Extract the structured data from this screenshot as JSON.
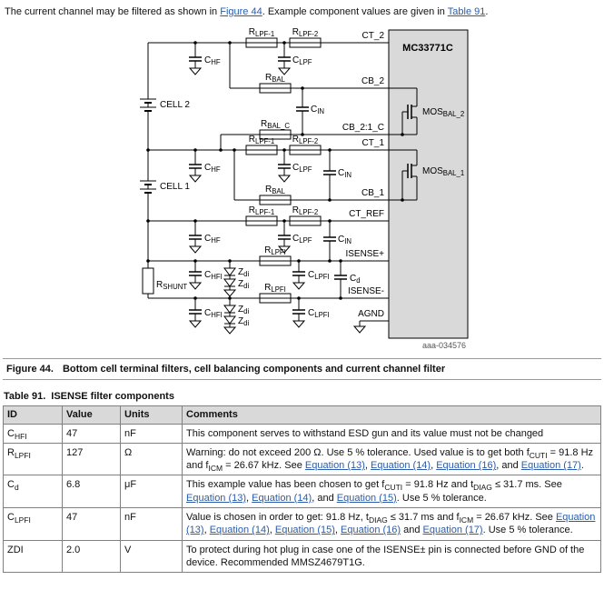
{
  "colors": {
    "link_blue": "#2a5caa",
    "ic_box_fill": "#d9d9d9",
    "table_header_bg": "#d9d9d9",
    "table_border": "#808080",
    "caption_rule": "#999999"
  },
  "intro": "The current channel may be filtered as shown in [Figure 44]. Example component values are given in [Table 91].",
  "figure": {
    "label": "Figure 44.",
    "title": "Bottom cell terminal filters, cell balancing components and current channel filter",
    "ic_name": "MC33771C",
    "watermark": "aaa-034576",
    "labels": {
      "rlpf1": "R_{LPF-1}",
      "rlpf2": "R_{LPF-2}",
      "chf": "C_{HF}",
      "clpf": "C_{LPF}",
      "rbal": "R_{BAL}",
      "rbal_c": "R_{BAL_C}",
      "cin": "C_{IN}",
      "cell2": "CELL 2",
      "cell1": "CELL 1",
      "chfi": "C_{HFI}",
      "zdi": "Z_{di}",
      "clpfi": "C_{LPFI}",
      "rlpfi": "R_{LPFI}",
      "cd": "C_{d}",
      "rshunt": "R_{SHUNT}",
      "mosbal2": "MOS_{BAL_2}",
      "mosbal1": "MOS_{BAL_1}"
    },
    "pins": {
      "ct2": "CT_2",
      "cb2": "CB_2",
      "cb21c": "CB_2:1_C",
      "ct1": "CT_1",
      "cb1": "CB_1",
      "ctref": "CT_REF",
      "isensep": "ISENSE+",
      "isensen": "ISENSE-",
      "agnd": "AGND"
    }
  },
  "table": {
    "label": "Table 91.",
    "title": "ISENSE filter components",
    "headers": [
      "ID",
      "Value",
      "Units",
      "Comments"
    ],
    "rows": [
      {
        "id": "C_{HFI}",
        "value": "47",
        "units": "nF",
        "comments": "This component serves to withstand ESD gun and its value must not be changed"
      },
      {
        "id": "R_{LPFI}",
        "value": "127",
        "units": "Ω",
        "comments": "Warning: do not exceed 200 Ω. Use 5 % tolerance. Used value is to get both f_{CUTI} = 91.8 Hz and f_{ICM} = 26.67 kHz. See [Equation (13)], [Equation (14)], [Equation (16)], and [Equation (17)]."
      },
      {
        "id": "C_{d}",
        "value": "6.8",
        "units": "μF",
        "comments": "This example value has been chosen to get f_{CUTI} = 91.8 Hz and t_{DIAG} ≤ 31.7 ms. See [Equation (13)], [Equation (14)], and [Equation (15)]. Use 5 % tolerance."
      },
      {
        "id": "C_{LPFI}",
        "value": "47",
        "units": "nF",
        "comments": "Value is chosen in order to get: 91.8 Hz, t_{DIAG} ≤ 31.7 ms and f_{ICM} = 26.67 kHz. See [Equation (13)], [Equation (14)], [Equation (15)], [Equation (16)] and [Equation (17)]. Use 5 % tolerance."
      },
      {
        "id": "ZDI",
        "value": "2.0",
        "units": "V",
        "comments": "To protect during hot plug in case one of the ISENSE± pin is connected before GND of the device. Recommended MMSZ4679T1G."
      }
    ]
  }
}
